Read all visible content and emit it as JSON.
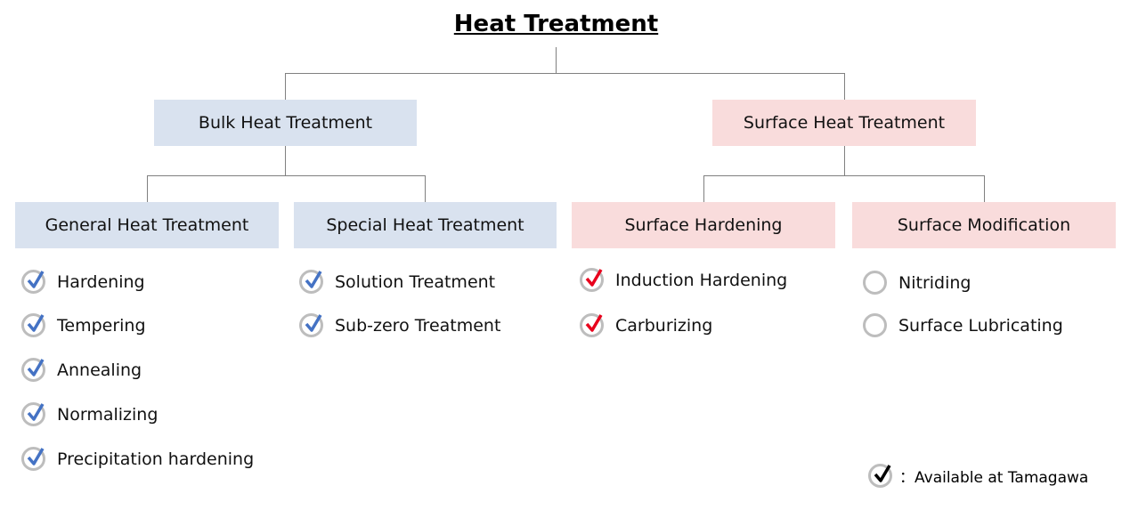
{
  "title": "Heat Treatment",
  "colors": {
    "check_blue": "#4472c4",
    "check_red": "#e8001c",
    "check_black": "#000000",
    "box_blue": "#d9e2ef",
    "box_pink": "#f9dcdc"
  },
  "level1": {
    "bulk": "Bulk Heat Treatment",
    "surface": "Surface Heat Treatment"
  },
  "level2": {
    "general": "General Heat Treatment",
    "special": "Special Heat Treatment",
    "hardening": "Surface Hardening",
    "modification": "Surface Modification"
  },
  "groups": [
    {
      "id": "general",
      "items": [
        {
          "label": "Hardening",
          "check": "blue"
        },
        {
          "label": "Tempering",
          "check": "blue"
        },
        {
          "label": "Annealing",
          "check": "blue"
        },
        {
          "label": "Normalizing",
          "check": "blue"
        },
        {
          "label": "Precipitation hardening",
          "check": "blue"
        }
      ]
    },
    {
      "id": "special",
      "items": [
        {
          "label": "Solution Treatment",
          "check": "blue"
        },
        {
          "label": "Sub-zero Treatment",
          "check": "blue"
        }
      ]
    },
    {
      "id": "hardening",
      "items": [
        {
          "label": "Induction Hardening",
          "check": "red"
        },
        {
          "label": "Carburizing",
          "check": "red"
        }
      ]
    },
    {
      "id": "modification",
      "items": [
        {
          "label": "Nitriding",
          "check": "none"
        },
        {
          "label": "Surface Lubricating",
          "check": "none"
        }
      ]
    }
  ],
  "legend": {
    "text": "：Available at Tamagawa"
  }
}
